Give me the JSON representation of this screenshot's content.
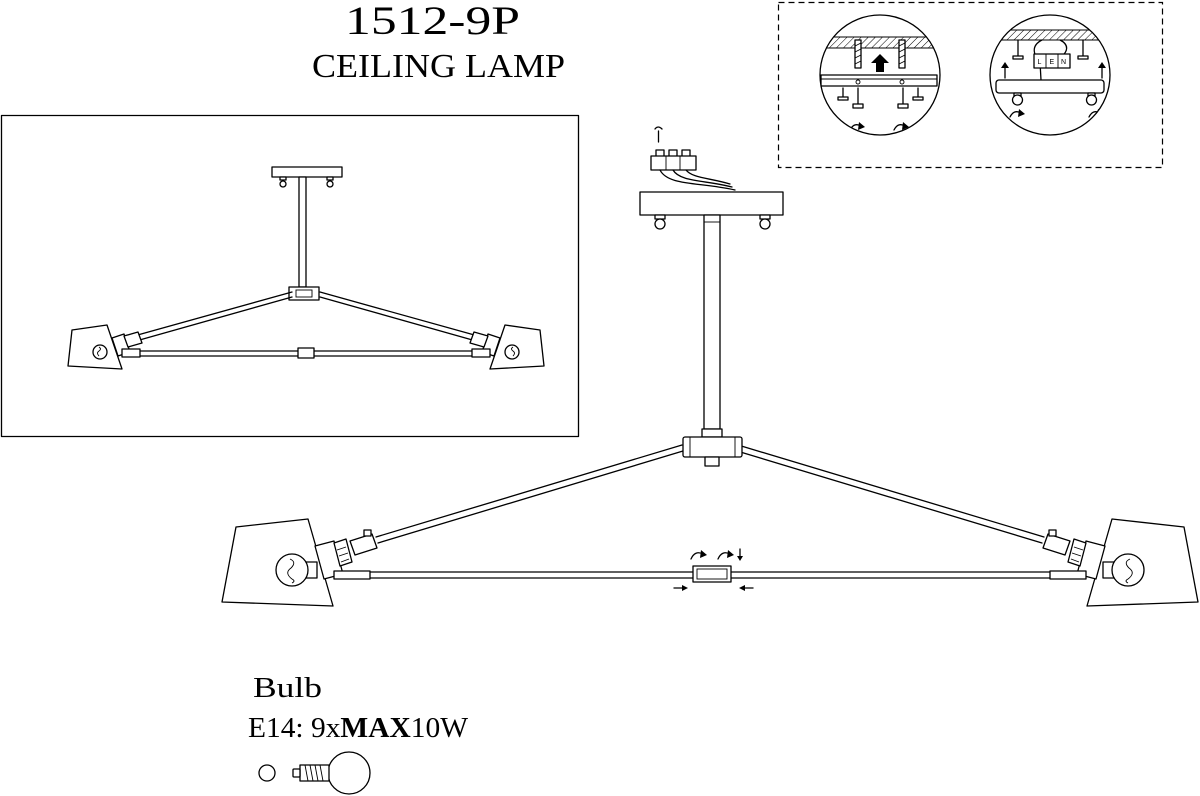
{
  "title": "1512-9P",
  "subtitle": "CEILING LAMP",
  "bulb": {
    "label": "Bulb",
    "spec_prefix": "E14: 9x",
    "spec_bold": "MAX",
    "spec_suffix": "10W"
  },
  "wiring_terminals": [
    "L",
    "E",
    "N"
  ],
  "icons": [
    "screwdriver-icon",
    "arrow-up-icon",
    "rotate-arrow-icon",
    "arrow-left-icon",
    "arrow-right-icon",
    "arrow-down-icon",
    "bulb-icon"
  ],
  "colors": {
    "line": "#000000",
    "background": "#ffffff"
  }
}
